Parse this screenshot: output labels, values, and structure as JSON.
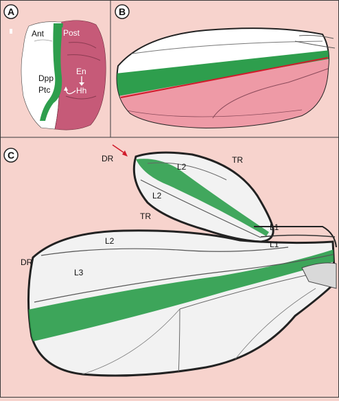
{
  "panels": {
    "a": {
      "letter": "A",
      "labels": {
        "ant": "Ant",
        "post": "Post",
        "dpp": "Dpp",
        "ptc": "Ptc",
        "en": "En",
        "hh": "Hh"
      }
    },
    "b": {
      "letter": "B"
    },
    "c": {
      "letter": "C",
      "labels": {
        "dr_top": "DR",
        "tr_top": "TR",
        "l2_top": "L2",
        "l2_mid": "L2",
        "tr_mid": "TR",
        "l1_a": "L1",
        "l1_b": "L1",
        "l2_low": "L2",
        "dr_left": "DR",
        "l3": "L3"
      }
    }
  },
  "colors": {
    "background": "#f7d3cd",
    "posterior": "#c65a78",
    "wing_pink": "#ee9aa6",
    "stripe_green": "#2e9e4d",
    "boundary_red": "#d11b2b",
    "arrow_red": "#d11b2b",
    "frame": "#3a3a3a"
  }
}
